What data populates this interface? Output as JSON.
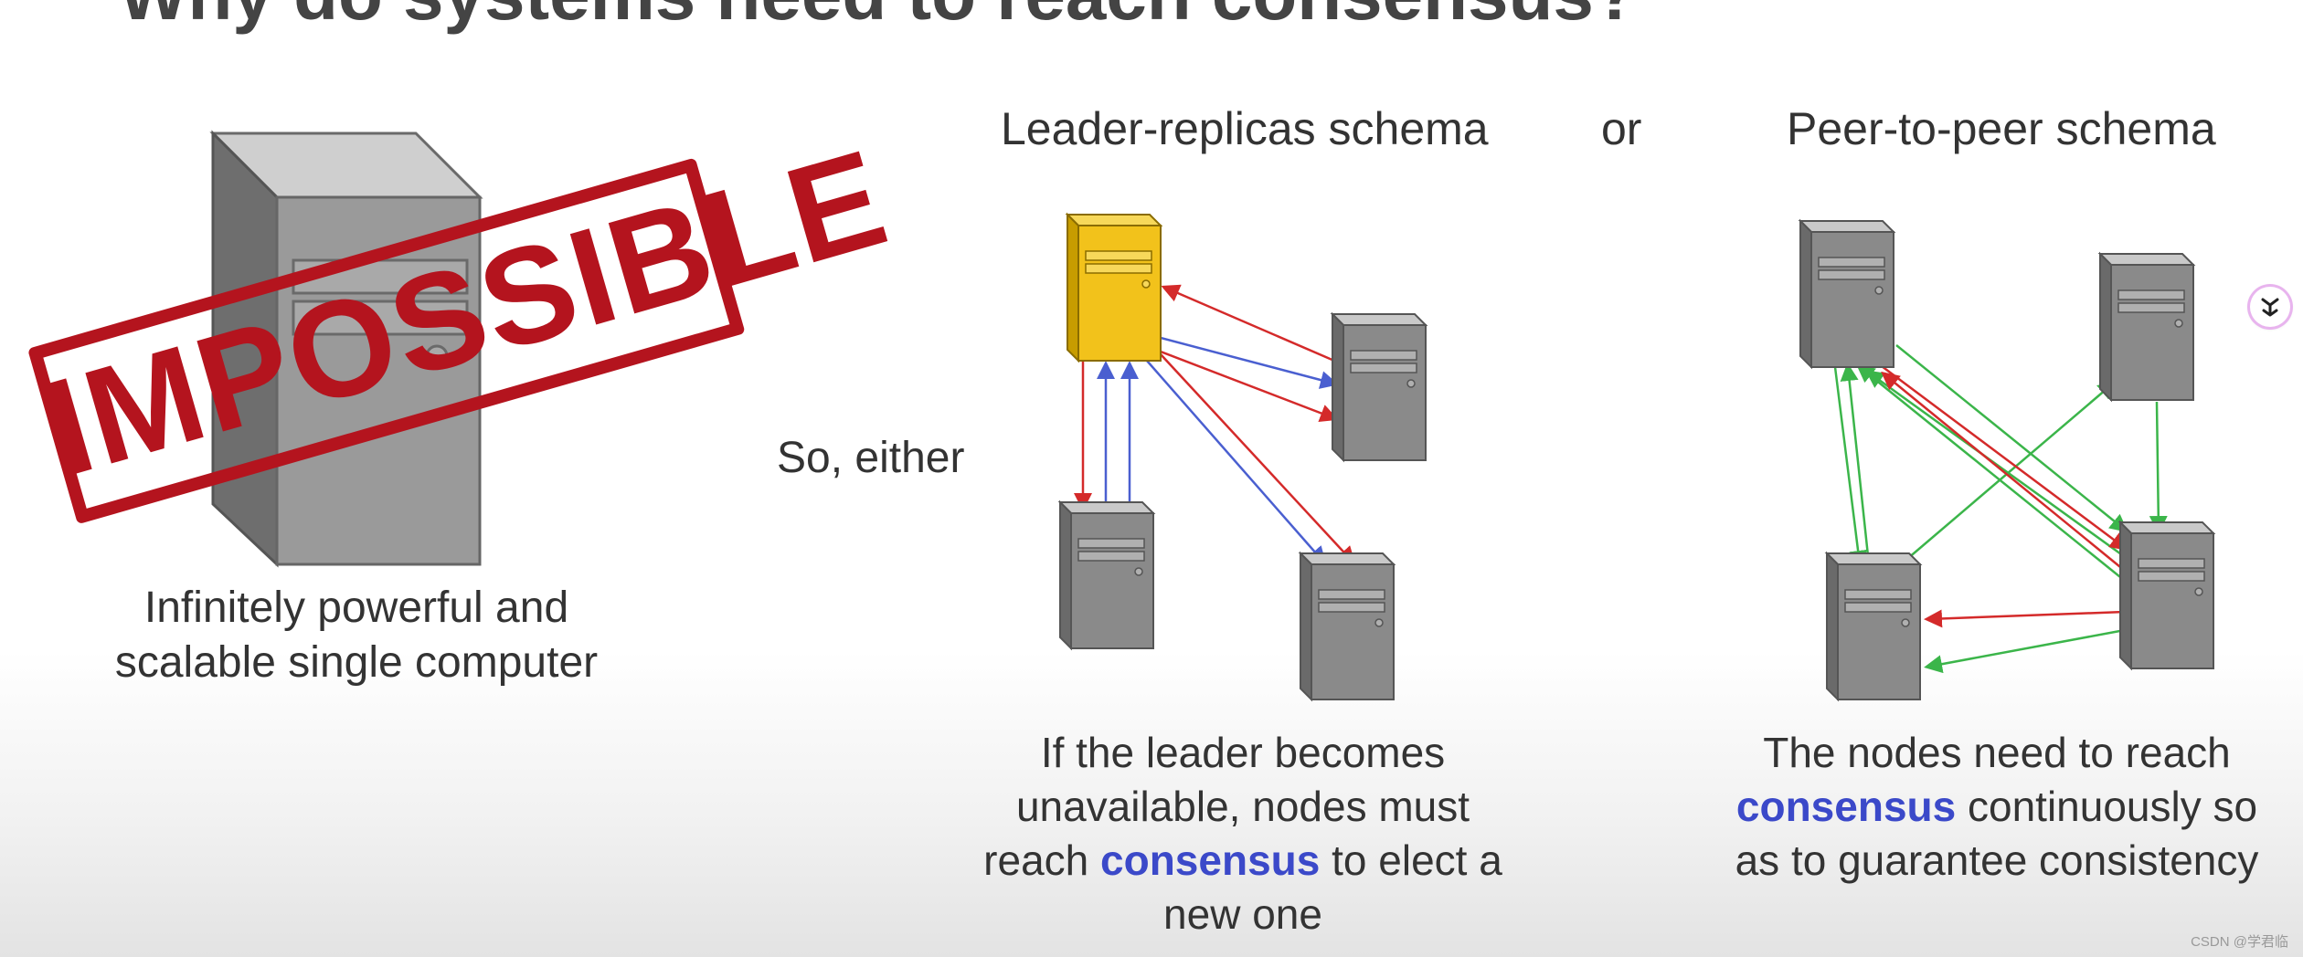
{
  "slide": {
    "title": "Why do systems need to reach consensus?"
  },
  "left_panel": {
    "stamp_text": "IMPOSSIBLE",
    "caption": "Infinitely powerful and scalable single computer"
  },
  "middle": {
    "so_either": "So, either"
  },
  "leader_schema": {
    "title": "Leader-replicas schema",
    "note_before": "If the leader becomes unavailable, nodes must reach",
    "note_highlight": "consensus",
    "note_after": "to elect a new one"
  },
  "or_label": "or",
  "peer_schema": {
    "title": "Peer-to-peer schema",
    "note_before": "The nodes need to reach",
    "note_highlight": "consensus",
    "note_after": "continuously so as to guarantee consistency"
  },
  "colors": {
    "leader_fill": "#f2c21b",
    "replica_fill": "#8a8a8a",
    "arrow_red": "#d42a2a",
    "arrow_blue": "#4a5fd0",
    "arrow_green": "#3bb54a",
    "highlight": "#3b49c9",
    "stamp": "#b4141e"
  },
  "watermark": "CSDN @学君临"
}
